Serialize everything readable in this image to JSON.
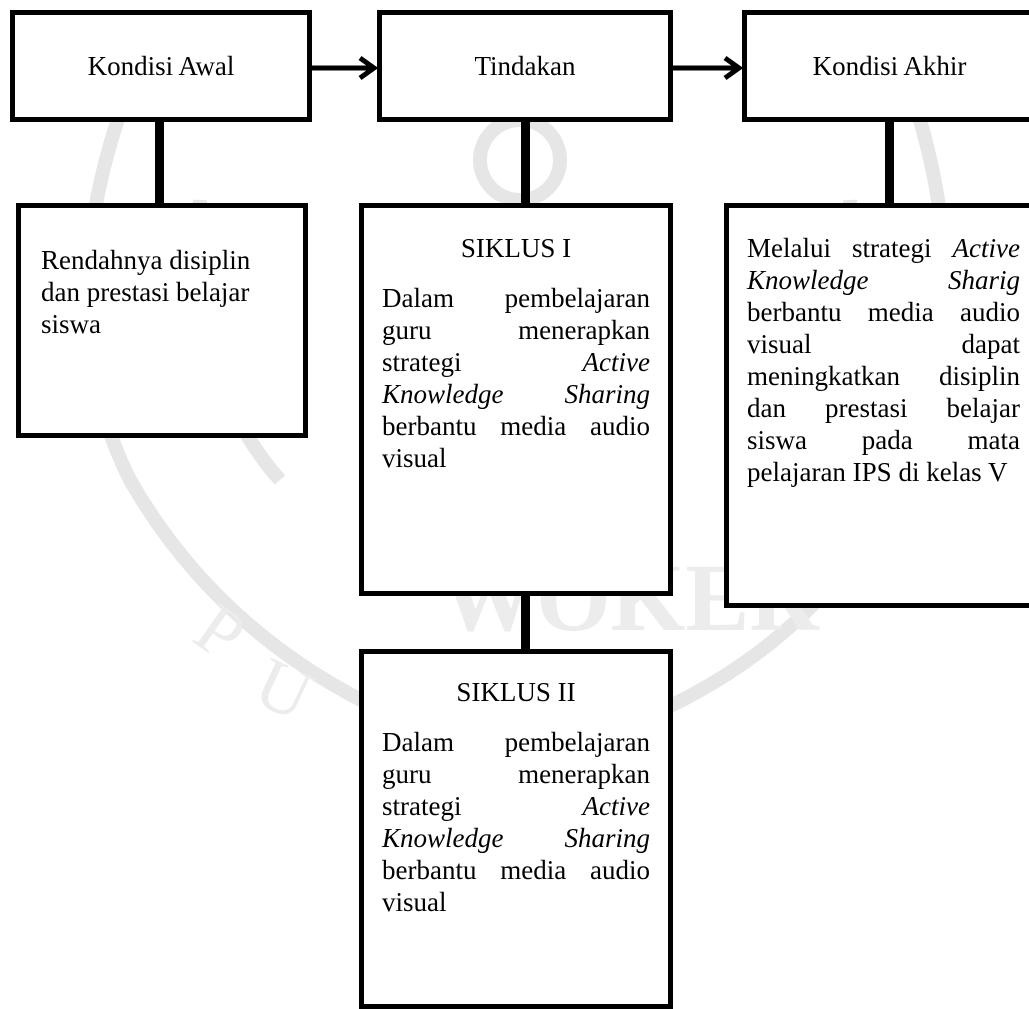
{
  "diagram": {
    "headers": {
      "kondisi_awal": "Kondisi Awal",
      "tindakan": "Tindakan",
      "kondisi_akhir": "Kondisi Akhir"
    },
    "awal_description": "Rendahnya disiplin dan prestasi belajar siswa",
    "siklus_1": {
      "title": "SIKLUS I",
      "body": [
        {
          "text": "Dalam pembelajaran guru menerapkan strategi ",
          "italic": false
        },
        {
          "text": "Active Knowledge Sharing",
          "italic": true
        },
        {
          "text": " berbantu media audio visual",
          "italic": false
        }
      ]
    },
    "siklus_2": {
      "title": "SIKLUS II",
      "body": [
        {
          "text": "Dalam pembelajaran guru menerapkan strategi ",
          "italic": false
        },
        {
          "text": "Active Knowledge Sharing",
          "italic": true
        },
        {
          "text": " berbantu media audio visual",
          "italic": false
        }
      ]
    },
    "akhir_description": [
      {
        "text": "Melalui strategi ",
        "italic": false
      },
      {
        "text": "Active Knowledge Sharig",
        "italic": true
      },
      {
        "text": " berbantu media audio visual dapat meningkatkan disiplin dan prestasi belajar siswa pada mata pelajaran IPS di kelas V",
        "italic": false
      }
    ]
  },
  "colors": {
    "line": "#000000",
    "watermark": "#e6e6e6"
  }
}
